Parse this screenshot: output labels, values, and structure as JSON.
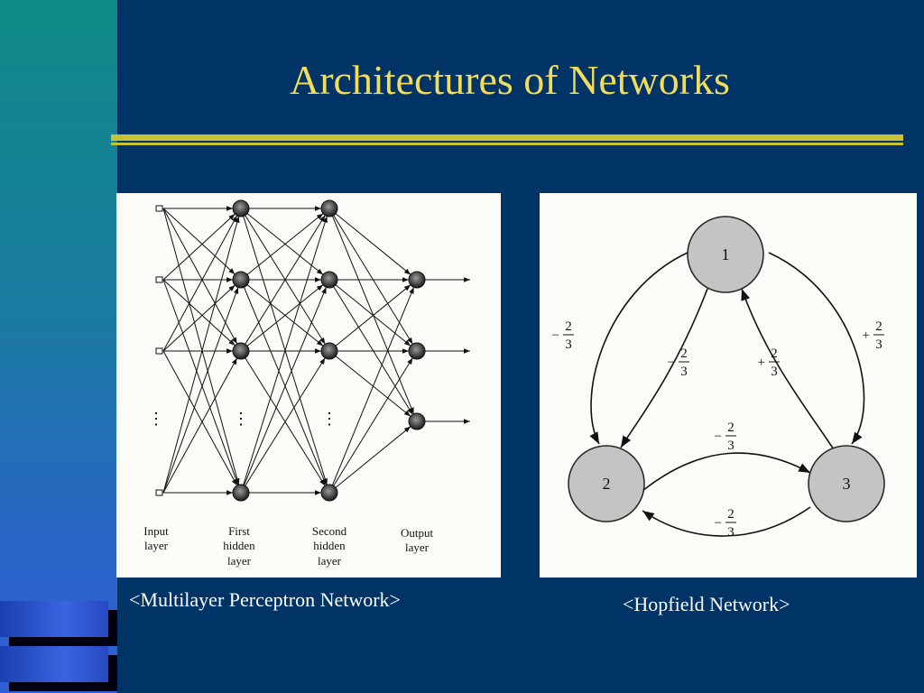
{
  "slide": {
    "title": "Architectures of Networks",
    "colors": {
      "background": "#003366",
      "title": "#f2dc5a",
      "rule": "#c9c235",
      "caption": "#ffffff"
    }
  },
  "mlp": {
    "caption": "<Multilayer Perceptron Network>",
    "layers": [
      {
        "line1": "Input",
        "line2": "layer",
        "line3": ""
      },
      {
        "line1": "First",
        "line2": "hidden",
        "line3": "layer"
      },
      {
        "line1": "Second",
        "line2": "hidden",
        "line3": "layer"
      },
      {
        "line1": "Output",
        "line2": "layer",
        "line3": ""
      }
    ],
    "ellipsis": "⋮"
  },
  "hopfield": {
    "caption": "<Hopfield Network>",
    "nodes": [
      "1",
      "2",
      "3"
    ],
    "weights": {
      "outer_left": {
        "sign": "−",
        "num": "2",
        "den": "3"
      },
      "outer_right": {
        "sign": "+",
        "num": "2",
        "den": "3"
      },
      "inner_left": {
        "sign": "−",
        "num": "2",
        "den": "3"
      },
      "inner_right": {
        "sign": "+",
        "num": "2",
        "den": "3"
      },
      "inner_bottom": {
        "sign": "−",
        "num": "2",
        "den": "3"
      },
      "outer_bottom": {
        "sign": "−",
        "num": "2",
        "den": "3"
      }
    }
  }
}
